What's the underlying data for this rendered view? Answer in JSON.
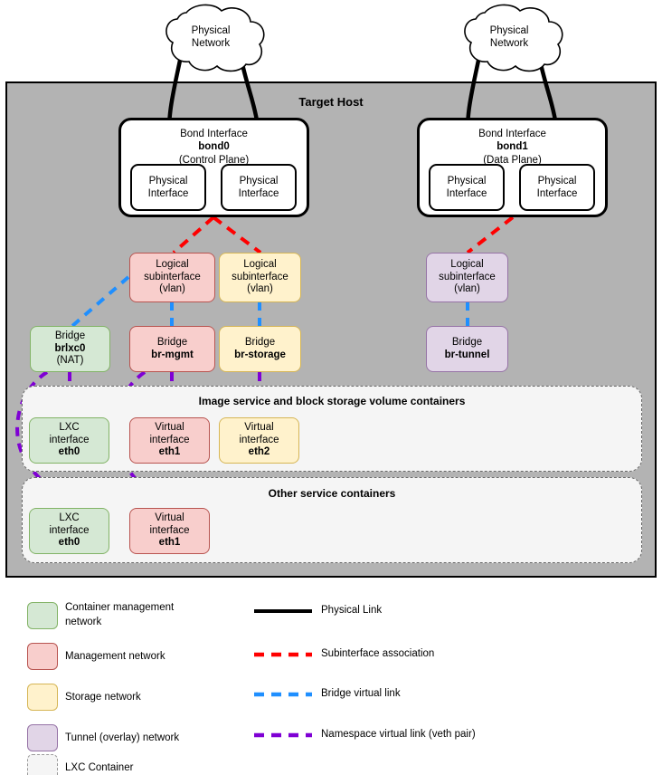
{
  "host": {
    "title": "Target Host"
  },
  "clouds": [
    {
      "id": "cloud-left",
      "line1": "Physical",
      "line2": "Network"
    },
    {
      "id": "cloud-right",
      "line1": "Physical",
      "line2": "Network"
    }
  ],
  "bonds": [
    {
      "id": "bond0",
      "title": "Bond Interface",
      "name": "bond0",
      "role": "(Control Plane)",
      "interfaces": [
        {
          "line1": "Physical",
          "line2": "Interface"
        },
        {
          "line1": "Physical",
          "line2": "Interface"
        }
      ]
    },
    {
      "id": "bond1",
      "title": "Bond Interface",
      "name": "bond1",
      "role": "(Data Plane)",
      "interfaces": [
        {
          "line1": "Physical",
          "line2": "Interface"
        },
        {
          "line1": "Physical",
          "line2": "Interface"
        }
      ]
    }
  ],
  "subinterfaces": [
    {
      "id": "sub-mgmt",
      "line1": "Logical",
      "line2": "subinterface",
      "line3": "(vlan)",
      "color": "management"
    },
    {
      "id": "sub-storage",
      "line1": "Logical",
      "line2": "subinterface",
      "line3": "(vlan)",
      "color": "storage"
    },
    {
      "id": "sub-tunnel",
      "line1": "Logical",
      "line2": "subinterface",
      "line3": "(vlan)",
      "color": "tunnel"
    }
  ],
  "bridges": [
    {
      "id": "bridge-brlxc0",
      "line1": "Bridge",
      "name": "brlxc0",
      "line3": "(NAT)",
      "color": "container-management"
    },
    {
      "id": "bridge-br-mgmt",
      "line1": "Bridge",
      "name": "br-mgmt",
      "line3": "",
      "color": "management"
    },
    {
      "id": "bridge-br-storage",
      "line1": "Bridge",
      "name": "br-storage",
      "line3": "",
      "color": "storage"
    },
    {
      "id": "bridge-br-tunnel",
      "line1": "Bridge",
      "name": "br-tunnel",
      "line3": "",
      "color": "tunnel"
    }
  ],
  "container_groups": [
    {
      "id": "group-image-block",
      "title": "Image service and block storage volume containers",
      "interfaces": [
        {
          "line1": "LXC",
          "line2": "interface",
          "name": "eth0",
          "color": "container-management"
        },
        {
          "line1": "Virtual",
          "line2": "interface",
          "name": "eth1",
          "color": "management"
        },
        {
          "line1": "Virtual",
          "line2": "interface",
          "name": "eth2",
          "color": "storage"
        }
      ]
    },
    {
      "id": "group-other-services",
      "title": "Other service containers",
      "interfaces": [
        {
          "line1": "LXC",
          "line2": "interface",
          "name": "eth0",
          "color": "container-management"
        },
        {
          "line1": "Virtual",
          "line2": "interface",
          "name": "eth1",
          "color": "management"
        }
      ]
    }
  ],
  "legend": {
    "swatches": [
      {
        "id": "legend-container-management",
        "label": "Container management\nnetwork",
        "fill": "#d5e8d4",
        "stroke": "#82b366"
      },
      {
        "id": "legend-management",
        "label": "Management network",
        "fill": "#f8cecc",
        "stroke": "#b85450"
      },
      {
        "id": "legend-storage",
        "label": "Storage network",
        "fill": "#fff2cc",
        "stroke": "#d6b656"
      },
      {
        "id": "legend-tunnel",
        "label": "Tunnel (overlay) network",
        "fill": "#e1d5e7",
        "stroke": "#9673a6"
      },
      {
        "id": "legend-lxc-container",
        "label": "LXC Container",
        "fill": "#f5f5f5",
        "stroke": "#9a9a9a"
      }
    ],
    "lines": [
      {
        "id": "legend-physical-link",
        "label": "Physical Link",
        "color": "#000000",
        "style": "solid"
      },
      {
        "id": "legend-subinterface",
        "label": "Subinterface association",
        "color": "#ff0000",
        "style": "dashed"
      },
      {
        "id": "legend-bridge-link",
        "label": "Bridge virtual link",
        "color": "#1f8fff",
        "style": "dashed"
      },
      {
        "id": "legend-namespace-link",
        "label": "Namespace virtual link (veth pair)",
        "color": "#7f00d4",
        "style": "dashed"
      }
    ]
  },
  "colors": {
    "container_management_fill": "#d5e8d4",
    "container_management_stroke": "#82b366",
    "management_fill": "#f8cecc",
    "management_stroke": "#b85450",
    "storage_fill": "#fff2cc",
    "storage_stroke": "#d6b656",
    "tunnel_fill": "#e1d5e7",
    "tunnel_stroke": "#9673a6",
    "host_fill": "#b3b3b3",
    "physical_link": "#000000",
    "subinterface_link": "#ff0000",
    "bridge_link": "#1f8fff",
    "namespace_link": "#7f00d4"
  }
}
